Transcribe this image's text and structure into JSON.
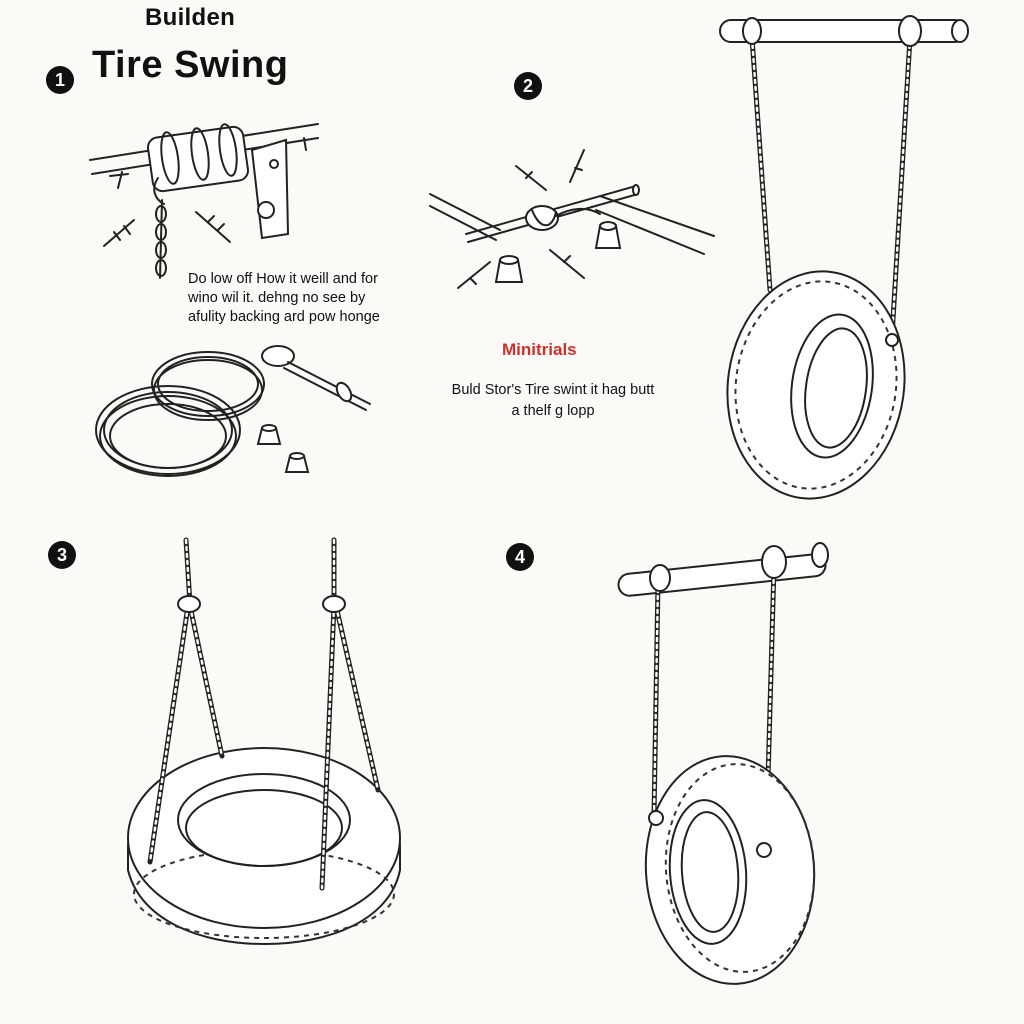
{
  "header": {
    "subtitle": "Builden",
    "title": "Tire Swing"
  },
  "steps": [
    {
      "number": "1",
      "text_lines": [
        "Do low off How it weill and for",
        "wino wil it. dehng no see by",
        "afulity backing ard pow honge"
      ]
    },
    {
      "number": "2",
      "heading": "Minitrials",
      "text_lines": [
        "Buld Stor's Tire swint it hag butt",
        "a thelf g lopp"
      ]
    },
    {
      "number": "3"
    },
    {
      "number": "4"
    }
  ],
  "colors": {
    "background": "#fbfaf6",
    "ink": "#111111",
    "accent_red": "#c8322f"
  }
}
